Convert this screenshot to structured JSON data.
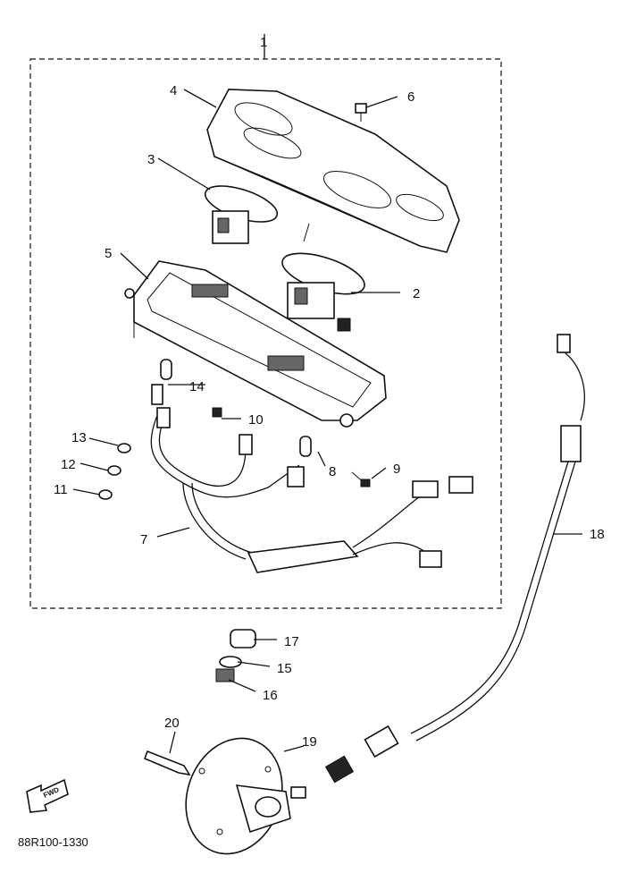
{
  "diagram": {
    "group_label": "1",
    "callouts": [
      "2",
      "3",
      "4",
      "5",
      "6",
      "7",
      "8",
      "9",
      "10",
      "11",
      "12",
      "13",
      "14",
      "15",
      "16",
      "17",
      "18",
      "19",
      "20"
    ],
    "drawing_code": "88R100-1330",
    "fwd_label": "FWD"
  }
}
